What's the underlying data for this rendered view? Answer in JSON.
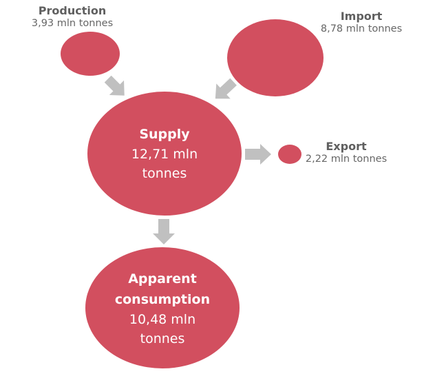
{
  "colors": {
    "node_fill": "#d24f5f",
    "arrow_fill": "#c0c0c0",
    "label_text": "#666666",
    "inner_text": "#ffffff"
  },
  "nodes": {
    "production": {
      "title": "Production",
      "value": "3,93 mln tonnes",
      "amount": 3.93
    },
    "import": {
      "title": "Import",
      "value": "8,78 mln tonnes",
      "amount": 8.78
    },
    "supply": {
      "title": "Supply",
      "value_line1": "12,71 mln",
      "value_line2": "tonnes",
      "amount": 12.71
    },
    "export": {
      "title": "Export",
      "value": "2,22 mln tonnes",
      "amount": 2.22
    },
    "consumption": {
      "title_line1": "Apparent",
      "title_line2": "consumption",
      "value_line1": "10,48 mln",
      "value_line2": "tonnes",
      "amount": 10.48
    }
  },
  "flows": [
    {
      "from": "production",
      "to": "supply"
    },
    {
      "from": "import",
      "to": "supply"
    },
    {
      "from": "supply",
      "to": "export"
    },
    {
      "from": "supply",
      "to": "consumption"
    }
  ]
}
